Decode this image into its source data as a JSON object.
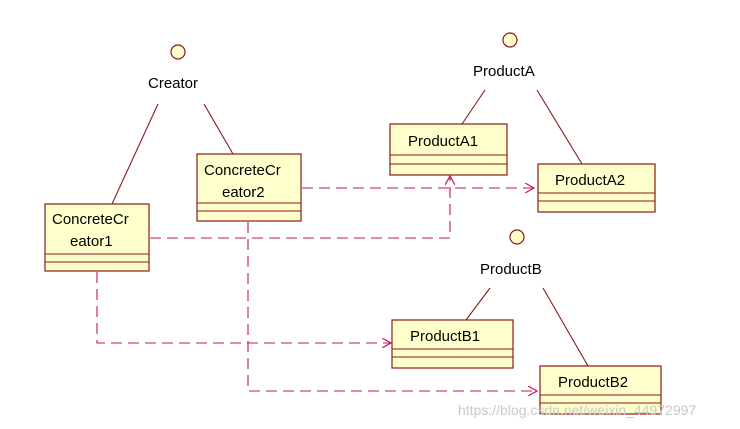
{
  "interfaces": {
    "creator": {
      "label": "Creator"
    },
    "product_a": {
      "label": "ProductA"
    },
    "product_b": {
      "label": "ProductB"
    }
  },
  "classes": {
    "concrete_creator1": {
      "line1": "ConcreteCr",
      "line2": "eator1"
    },
    "concrete_creator2": {
      "line1": "ConcreteCr",
      "line2": "eator2"
    },
    "product_a1": {
      "line1": "ProductA1"
    },
    "product_a2": {
      "line1": "ProductA2"
    },
    "product_b1": {
      "line1": "ProductB1"
    },
    "product_b2": {
      "line1": "ProductB2"
    }
  },
  "watermark": "https://blog.csdn.net/weixin_44972997",
  "colors": {
    "class_fill": "#ffffcc",
    "class_border": "#8b1a1a",
    "line": "#8b1a1a",
    "dashed_line": "#c2185b"
  }
}
